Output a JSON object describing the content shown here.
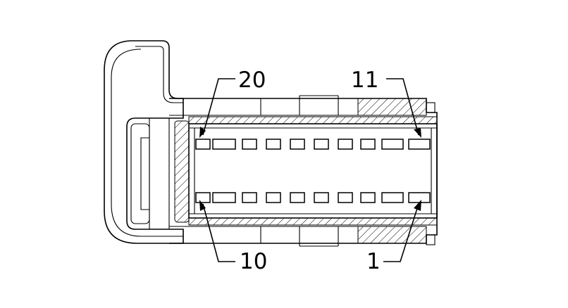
{
  "pin_labels": {
    "top_left": "20",
    "top_right": "11",
    "bottom_left": "10",
    "bottom_right": "1"
  },
  "colors": {
    "line": "#000000",
    "background": "#ffffff"
  },
  "pins": {
    "rows": 2,
    "per_row": 10
  }
}
